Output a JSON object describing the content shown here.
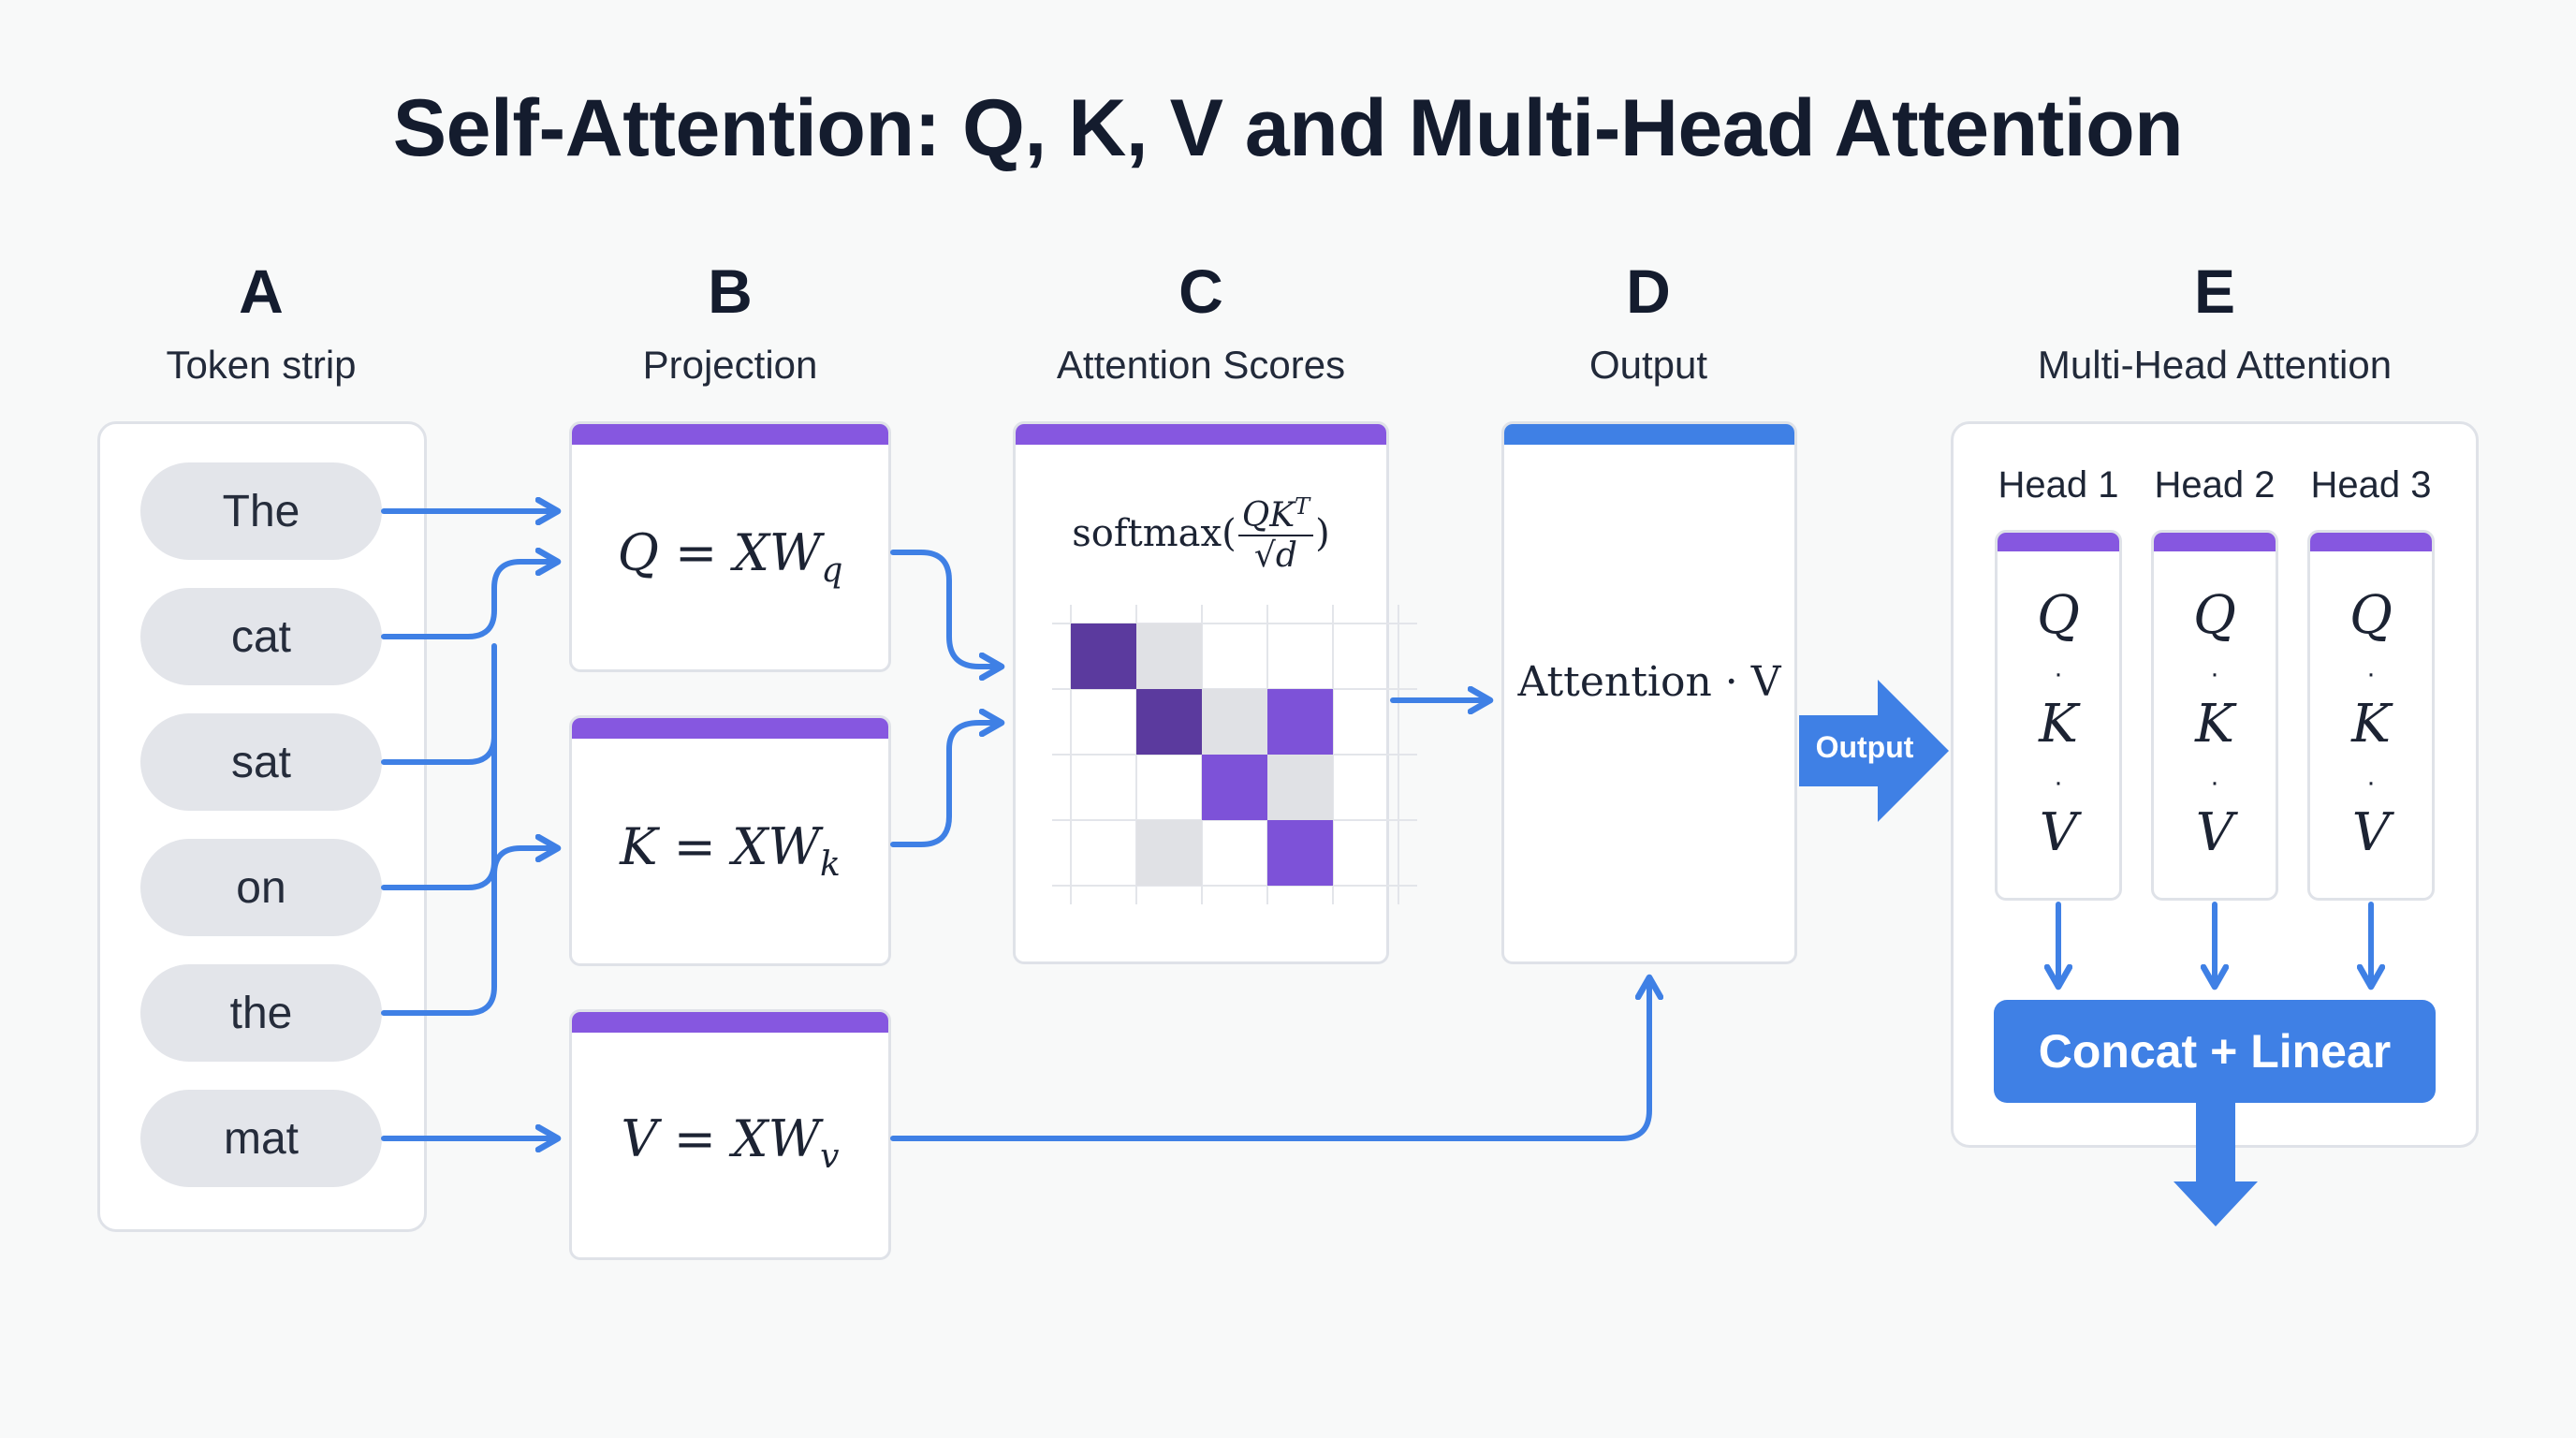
{
  "title": "Self-Attention: Q, K, V and Multi-Head Attention",
  "columns": [
    {
      "letter": "A",
      "subtitle": "Token strip"
    },
    {
      "letter": "B",
      "subtitle": "Projection"
    },
    {
      "letter": "C",
      "subtitle": "Attention Scores"
    },
    {
      "letter": "D",
      "subtitle": "Output"
    },
    {
      "letter": "E",
      "subtitle": "Multi-Head Attention"
    }
  ],
  "tokens": [
    "The",
    "cat",
    "sat",
    "on",
    "the",
    "mat"
  ],
  "projections": {
    "q": {
      "lhs": "Q",
      "eq": "=",
      "rhs": "XW",
      "sub": "q"
    },
    "k": {
      "lhs": "K",
      "eq": "=",
      "rhs": "XW",
      "sub": "k"
    },
    "v": {
      "lhs": "V",
      "eq": "=",
      "rhs": "XW",
      "sub": "v"
    }
  },
  "scores": {
    "fn": "softmax(",
    "num": "QK",
    "sup": "T",
    "den": "√d",
    "close": ")",
    "heatmap_levels": [
      [
        0.9,
        0.15,
        0,
        0,
        0
      ],
      [
        0,
        0.85,
        0.15,
        0.7,
        0
      ],
      [
        0,
        0,
        0.6,
        0.15,
        0
      ],
      [
        0,
        0.15,
        0,
        0.6,
        0
      ]
    ],
    "colors": {
      "dark": "#5b3a9e",
      "mid": "#7d52d8",
      "light": "#e0e1e5"
    }
  },
  "output": {
    "text": "Attention · V",
    "arrow_label": "Output"
  },
  "multihead": {
    "heads": [
      "Head 1",
      "Head 2",
      "Head 3"
    ],
    "vars": [
      "Q",
      "K",
      "V"
    ],
    "dot": "·",
    "concat_label": "Concat + Linear"
  },
  "colors": {
    "accent_purple": "#8657e0",
    "accent_blue": "#3f80e5",
    "wire": "#3f80e5"
  }
}
